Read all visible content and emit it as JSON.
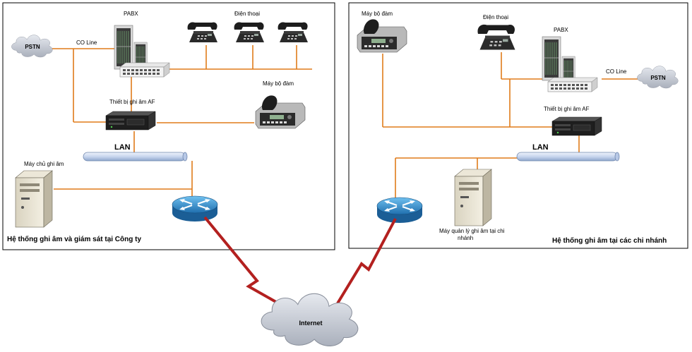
{
  "colors": {
    "wire": "#e07b1a",
    "wan": "#b3201f",
    "cloud": "#c9cdd6",
    "lan_bar": "#c8d6ee",
    "router": "#2f8fd0"
  },
  "hq": {
    "title": "Hệ thống ghi âm và giám sát tại Công ty",
    "pbx_label": "PABX",
    "phones_label": "Điện thoại",
    "pstn_label": "PSTN",
    "coline_label": "CO Line",
    "recorder_label": "Thiết bị ghi âm AF",
    "radio_label": "Máy bộ đàm",
    "lan_label": "LAN",
    "server_label": "Máy chủ ghi âm"
  },
  "branch": {
    "title": "Hệ thống ghi âm tại các chi nhánh",
    "radio_label": "Máy bộ đàm",
    "phone_label": "Điện thoại",
    "pbx_label": "PABX",
    "coline_label": "CO Line",
    "pstn_label": "PSTN",
    "recorder_label": "Thiết bị ghi âm AF",
    "lan_label": "LAN",
    "server_label_line1": "Máy quản lý ghi âm tại chi",
    "server_label_line2": "nhánh"
  },
  "internet_label": "Internet"
}
